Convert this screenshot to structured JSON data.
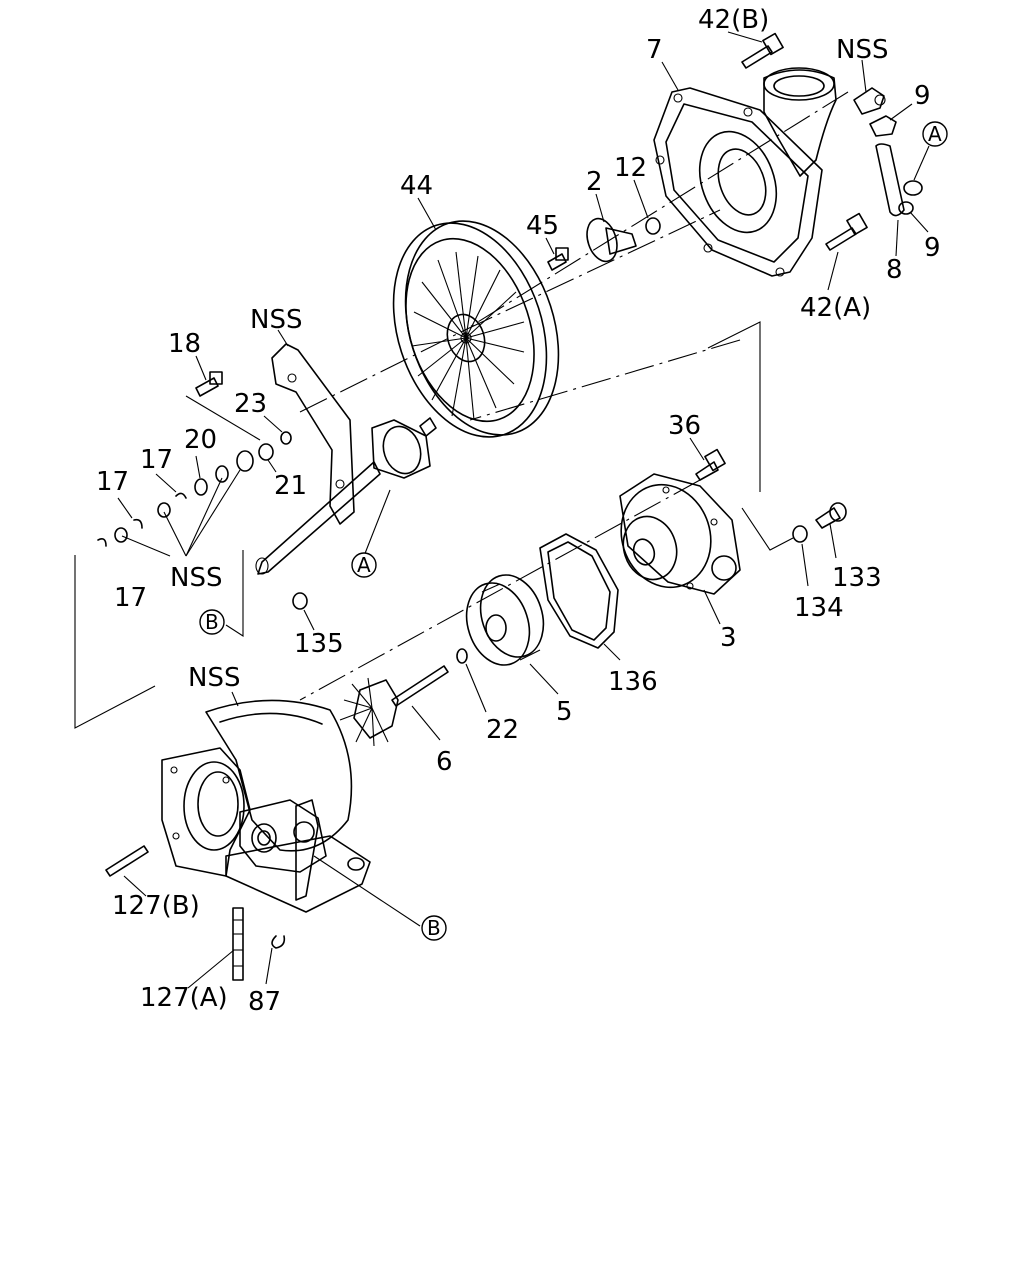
{
  "labels": {
    "p42b": "42(B)",
    "p7": "7",
    "nss_top": "NSS",
    "p9_top": "9",
    "p9_right": "9",
    "p8": "8",
    "p44": "44",
    "p2": "2",
    "p12": "12",
    "p45": "45",
    "p42a": "42(A)",
    "nss_mid": "NSS",
    "p18": "18",
    "p23": "23",
    "p20": "20",
    "p21": "21",
    "p17_a": "17",
    "p17_b": "17",
    "p17_c": "17",
    "nss_left": "NSS",
    "p36": "36",
    "p133": "133",
    "p134": "134",
    "p135": "135",
    "p3": "3",
    "p136": "136",
    "p5": "5",
    "p22": "22",
    "p6": "6",
    "nss_bottom": "NSS",
    "p127b": "127(B)",
    "p127a": "127(A)",
    "p87": "87"
  },
  "callouts": {
    "a_top": "A",
    "a_mid": "A",
    "b_left": "B",
    "b_bottom": "B"
  },
  "colors": {
    "line": "#000000",
    "background": "#ffffff"
  }
}
